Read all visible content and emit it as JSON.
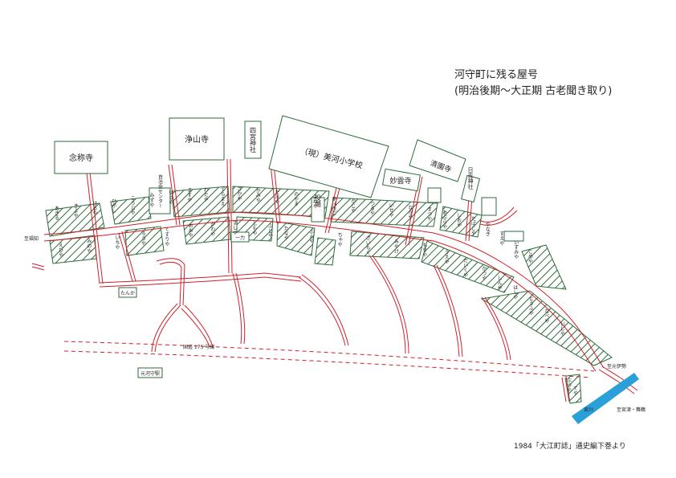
{
  "title": {
    "line1": "河守町に残る屋号",
    "line2": "(明治後期〜大正期  古老聞き取り)"
  },
  "source": "1984「大江町誌」通史編下巻より",
  "colors": {
    "road": "#d21f2a",
    "lots": "#2e6b3a",
    "river": "#2a9fd8"
  },
  "landmarks": {
    "nenbutsuji": "念称寺",
    "jozanji": "浄山寺",
    "shinomiya": "四宮神社",
    "school": "（現）美河小学校",
    "myounji": "妙雲寺",
    "seienji": "清園寺",
    "hiyoshi": "日吉神社",
    "yakuba": "役場",
    "center": "自治会センター",
    "station": "元河守駅",
    "tanka": "たんか",
    "ichiriki": "一力"
  },
  "streets": {
    "to_fukuchiyama": "至福知",
    "to_hirabaru": "至元伊勢",
    "to_miyazu": "至宮津・舞鶴",
    "national_road": "国道 175 号線",
    "river": "宮川"
  },
  "yago_top": [
    "あきる",
    "きよや",
    "はるや",
    "ひがし",
    "こうじや",
    "みずや",
    "いとや",
    "ますや",
    "わたや",
    "てらまえ",
    "さかや",
    "かみや",
    "たけや",
    "のやま",
    "よねや",
    "ひょうご",
    "かじや",
    "つるや",
    "いせや",
    "なかや",
    "まつや",
    "あぶらや",
    "しおや",
    "たばこや",
    "やなぎ",
    "すえや",
    "いずみや",
    "こめや"
  ],
  "yago_bottom": [
    "えびや",
    "みのや",
    "いちや",
    "ろうや",
    "くすりや",
    "おおや",
    "かわや",
    "すしや",
    "しもや",
    "ふじや",
    "たなや",
    "ぶんや",
    "ちゃや",
    "ざいもく",
    "みやけ",
    "もりや",
    "うえや",
    "だいくや",
    "かつや",
    "しんや",
    "はしや",
    "とうふや",
    "なべや",
    "いしや"
  ],
  "yago_small": [
    "ぶつや",
    "てや"
  ]
}
